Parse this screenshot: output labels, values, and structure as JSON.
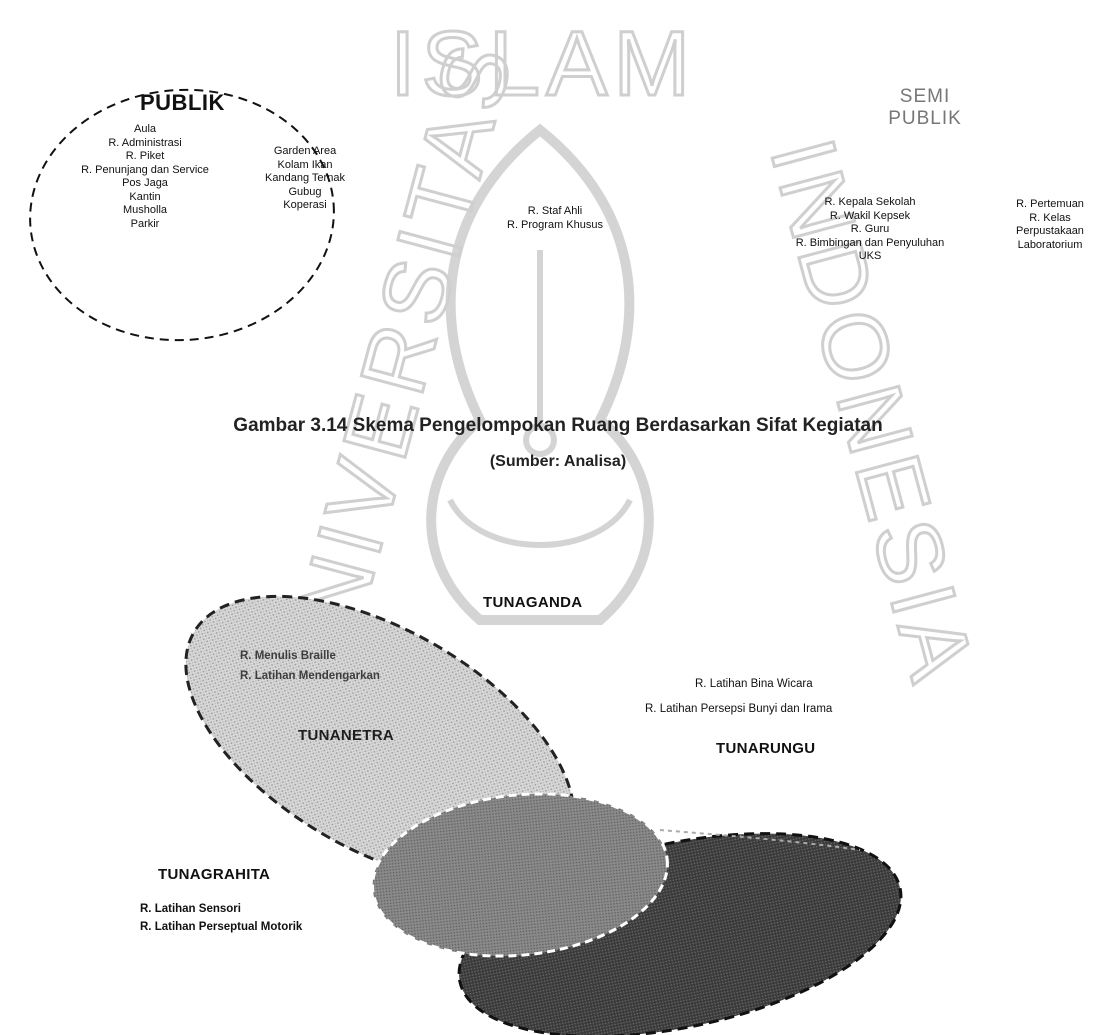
{
  "watermark": {
    "top": "ISLAM",
    "left": "UNIVERSITAS",
    "right": "INDONESIA"
  },
  "publik": {
    "title": "PUBLIK",
    "col1": [
      "Aula",
      "R. Administrasi",
      "R. Piket",
      "R. Penunjang dan Service",
      "Pos Jaga",
      "Kantin",
      "Musholla",
      "Parkir"
    ],
    "col2": [
      "Garden Area",
      "Kolam Ikan",
      "Kandang Ternak",
      "Gubug",
      "Koperasi"
    ]
  },
  "semi_publik": {
    "title_line1": "SEMI",
    "title_line2": "PUBLIK",
    "col_staf": [
      "R. Staf Ahli",
      "R. Program Khusus"
    ],
    "col_kepsek": [
      "R. Kepala Sekolah",
      "R. Wakil Kepsek",
      "R. Guru",
      "R. Bimbingan dan Penyuluhan",
      "UKS"
    ],
    "col_kelas": [
      "R. Pertemuan",
      "R. Kelas",
      "Perpustakaan",
      "Laboratorium"
    ]
  },
  "caption": {
    "title": "Gambar 3.14 Skema Pengelompokan Ruang Berdasarkan Sifat Kegiatan",
    "source": "(Sumber: Analisa)"
  },
  "venn": {
    "tunaganda": "TUNAGANDA",
    "tunanetra": {
      "title": "TUNANETRA",
      "rooms": [
        "R. Menulis Braille",
        "R. Latihan Mendengarkan"
      ]
    },
    "tunarungu": {
      "title": "TUNARUNGU",
      "rooms": [
        "R. Latihan Bina Wicara",
        "R. Latihan Persepsi Bunyi dan Irama"
      ]
    },
    "tunagrahita": {
      "title": "TUNAGRAHITA",
      "rooms": [
        "R. Latihan Sensori",
        "R. Latihan Perseptual Motorik"
      ]
    }
  }
}
